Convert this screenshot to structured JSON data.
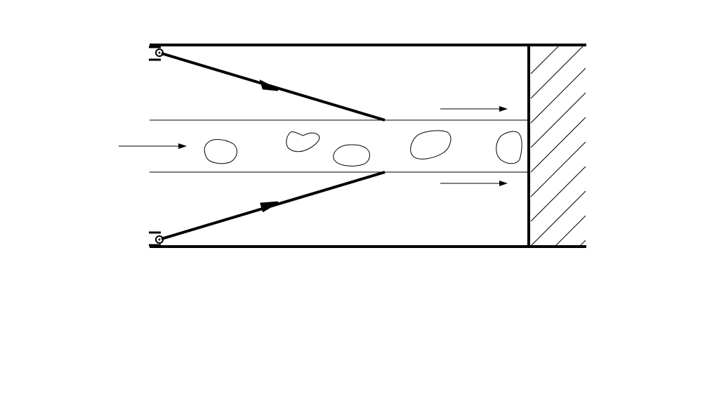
{
  "diagram": {
    "line_color": "#000000",
    "background_color": "#ffffff",
    "hatch_color": "#000000",
    "elements": {
      "tube_walls": [
        "top-wall",
        "bottom-wall"
      ],
      "end_wall": "hatched-end-wall",
      "nozzles": [
        "upper-nozzle",
        "lower-nozzle"
      ],
      "jets": [
        "upper-jet",
        "lower-jet"
      ],
      "flow_arrows": [
        "inflow-arrow",
        "upper-outflow-arrow",
        "lower-outflow-arrow"
      ],
      "particles": 5
    }
  }
}
